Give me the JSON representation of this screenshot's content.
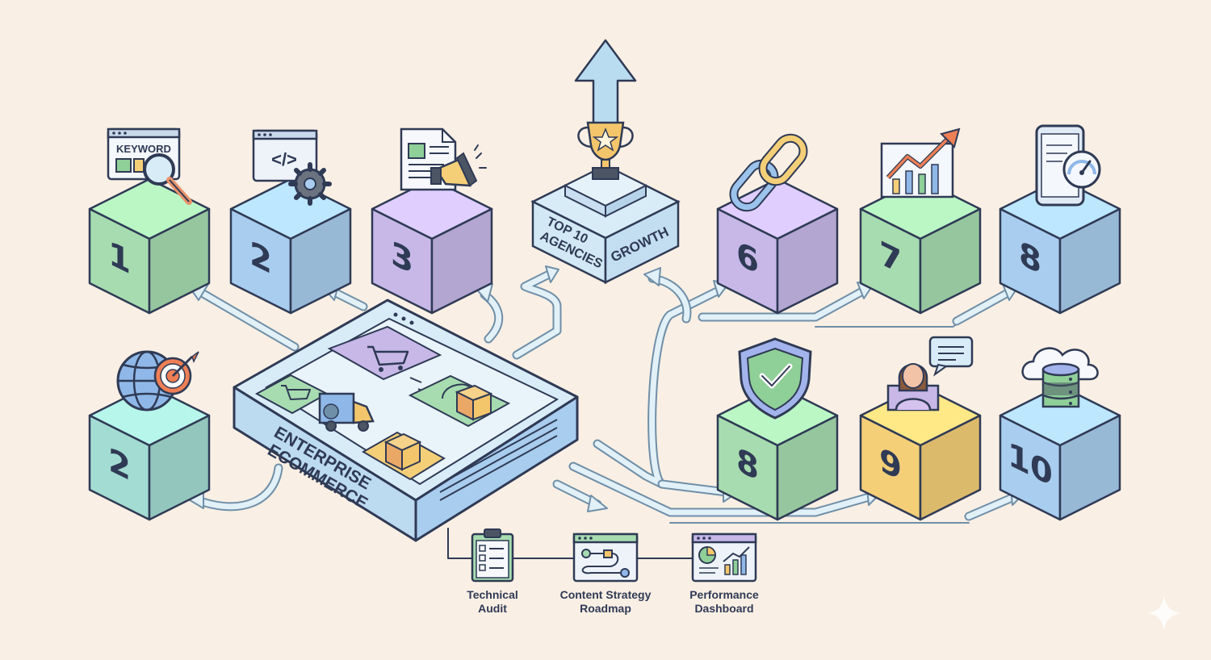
{
  "hub": {
    "title_line1": "ENTERPRISE",
    "title_line2": "ECOMMERCE"
  },
  "center": {
    "left_line1": "TOP 10",
    "left_line2": "AGENCIES",
    "right": "GROWTH"
  },
  "top_row": [
    {
      "number": "1",
      "icon": "keyword-search-icon",
      "icon_text": "KEYWORD",
      "color": "#a7dcb0"
    },
    {
      "number": "2",
      "icon": "code-gear-icon",
      "color": "#a9cdee"
    },
    {
      "number": "3",
      "icon": "document-megaphone-icon",
      "color": "#c7b8e8"
    },
    {
      "number": "6",
      "icon": "link-chain-icon",
      "color": "#c7b8e8"
    },
    {
      "number": "7",
      "icon": "growth-chart-icon",
      "color": "#a7dcb0"
    },
    {
      "number": "8",
      "icon": "mobile-speed-icon",
      "color": "#a9cdee"
    }
  ],
  "bottom_row": [
    {
      "number": "2",
      "icon": "globe-target-icon",
      "color": "#a3dcd2"
    },
    {
      "number": "8",
      "icon": "shield-check-icon",
      "color": "#a7dcb0"
    },
    {
      "number": "9",
      "icon": "person-chat-icon",
      "color": "#f4cf78"
    },
    {
      "number": "10",
      "icon": "cloud-database-icon",
      "color": "#a9cdee"
    }
  ],
  "deliverables": [
    {
      "label_line1": "Technical",
      "label_line2": "Audit",
      "icon": "clipboard-checklist-icon"
    },
    {
      "label_line1": "Content Strategy",
      "label_line2": "Roadmap",
      "icon": "roadmap-window-icon"
    },
    {
      "label_line1": "Performance",
      "label_line2": "Dashboard",
      "icon": "dashboard-chart-icon"
    }
  ]
}
